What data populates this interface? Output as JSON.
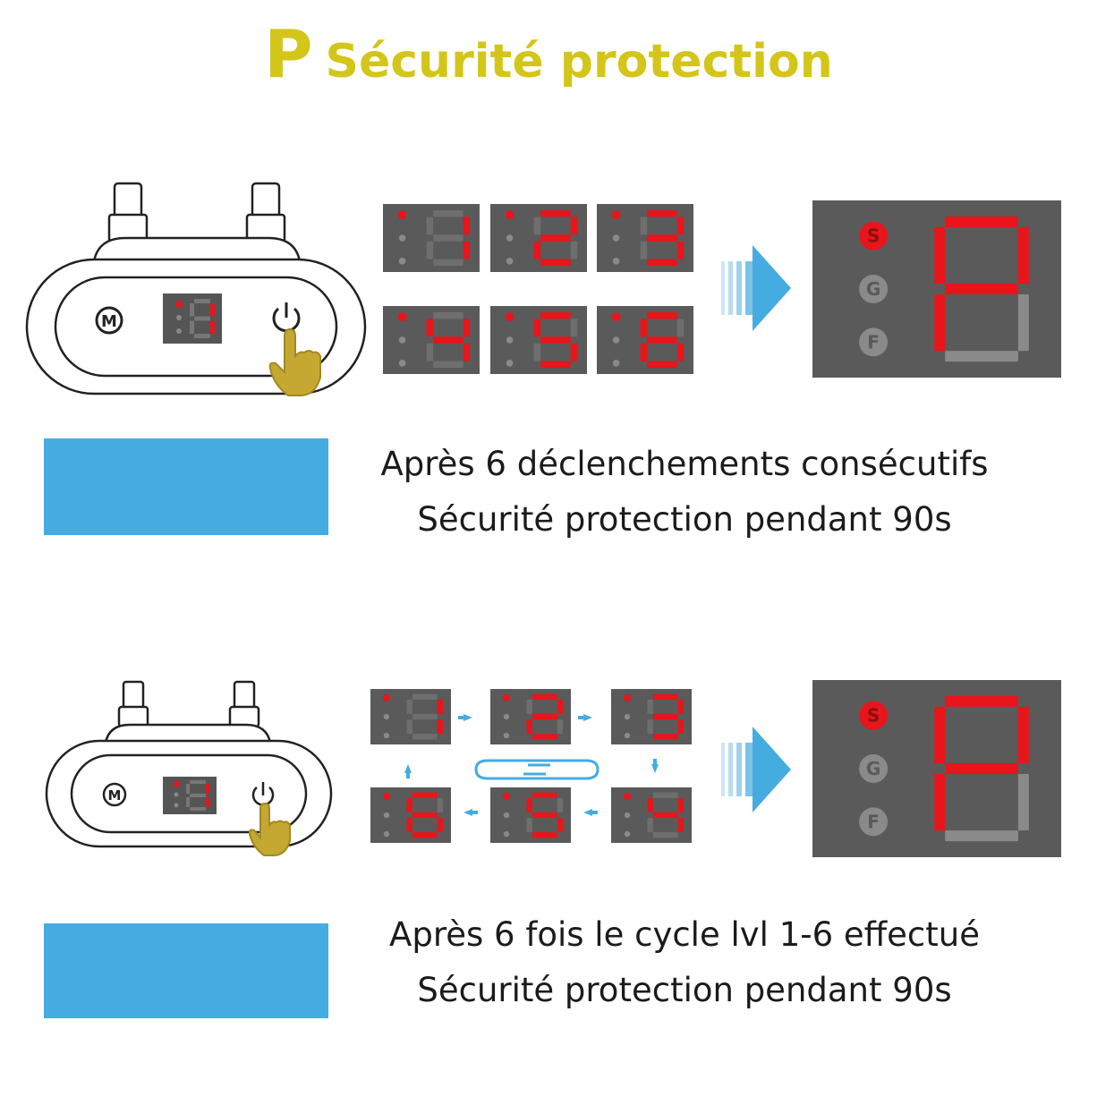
{
  "title": {
    "letter": "P",
    "text": "Sécurité protection"
  },
  "colors": {
    "title": "#d4c51a",
    "accent_bar": "#45ace1",
    "panel": "#5a5a5a",
    "segment_on": "#e8151b",
    "segment_off": "#7a7a7a",
    "arrow": "#45ace1"
  },
  "device": {
    "mode_label": "M",
    "display_digit": "1",
    "power_icon": "power-icon",
    "finger_icon": "pointing-hand-icon"
  },
  "section1": {
    "digits": [
      "1",
      "2",
      "3",
      "4",
      "5",
      "6"
    ],
    "result": {
      "indicators": [
        "S",
        "G",
        "F"
      ],
      "digit": "P"
    },
    "caption_line1": "Après 6 déclenchements consécutifs",
    "caption_line2": "Sécurité protection pendant 90s"
  },
  "section2": {
    "digits_top": [
      "1",
      "2",
      "3"
    ],
    "digits_bottom": [
      "6",
      "5",
      "4"
    ],
    "result": {
      "indicators": [
        "S",
        "G",
        "F"
      ],
      "digit": "P"
    },
    "caption_line1": "Après 6 fois le cycle lvl 1-6 effectué",
    "caption_line2": "Sécurité protection pendant 90s"
  }
}
